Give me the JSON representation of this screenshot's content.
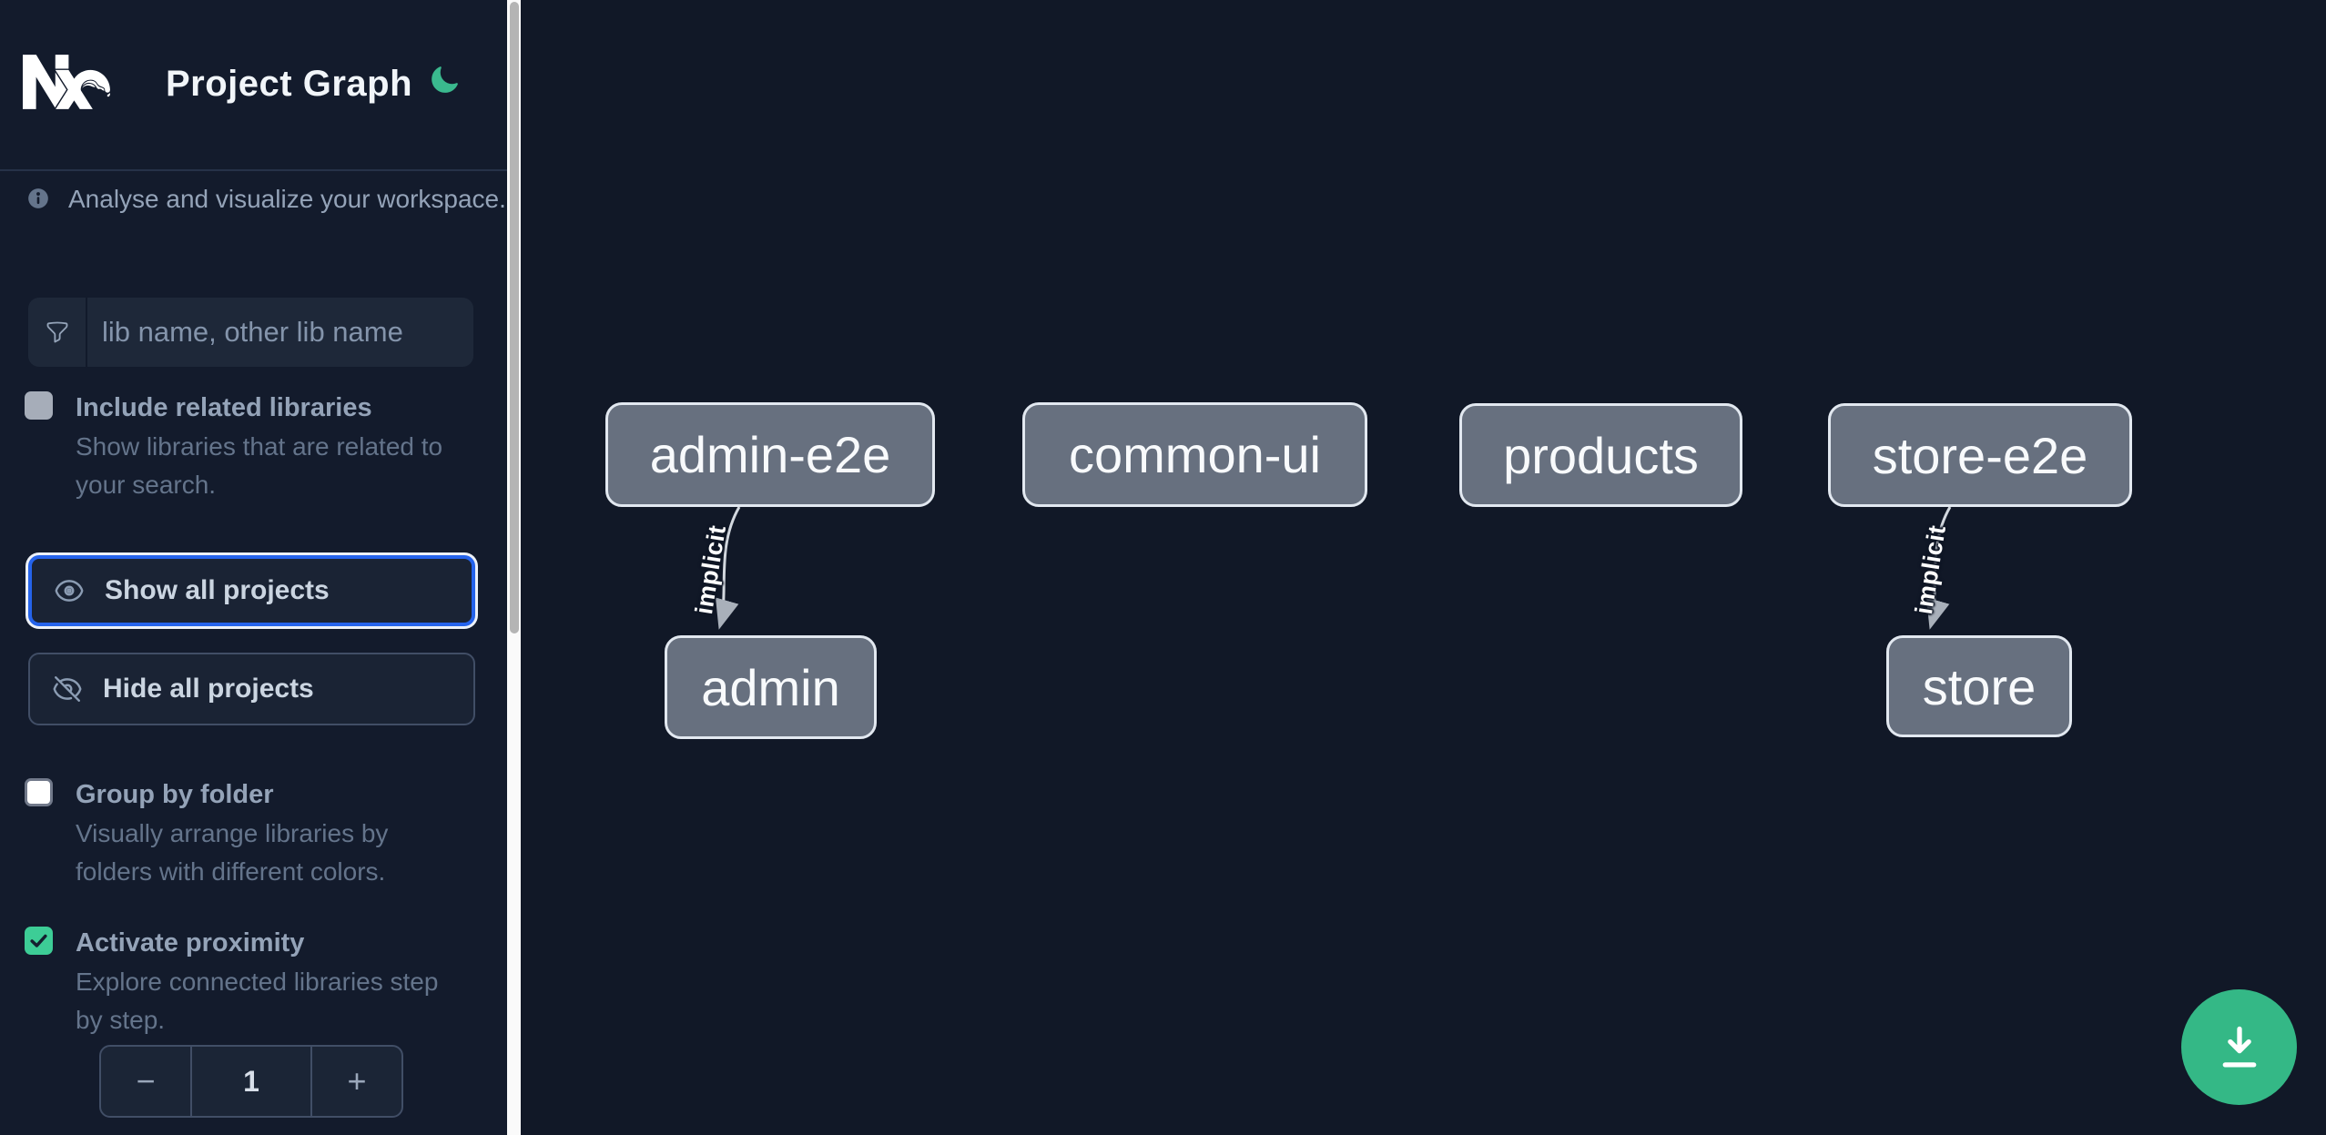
{
  "app": {
    "title": "Project Graph"
  },
  "intro": {
    "text": "Analyse and visualize your workspace."
  },
  "search": {
    "placeholder": "lib name, other lib name",
    "value": ""
  },
  "options": [
    {
      "label": "Include related libraries",
      "description": "Show libraries that are related to your search.",
      "checked": false,
      "disabled": true
    },
    {
      "label": "Group by folder",
      "description": "Visually arrange libraries by folders with different colors.",
      "checked": false,
      "disabled": false
    },
    {
      "label": "Activate proximity",
      "description": "Explore connected libraries step by step.",
      "checked": true,
      "disabled": false
    }
  ],
  "actions": [
    {
      "label": "Show all projects",
      "icon": "eye-icon",
      "focused": true
    },
    {
      "label": "Hide all projects",
      "icon": "eye-slash-icon",
      "focused": false
    }
  ],
  "stepper": {
    "decrement_label": "−",
    "value": "1",
    "increment_label": "+"
  },
  "graph": {
    "nodes": [
      {
        "id": "admin-e2e",
        "label": "admin-e2e"
      },
      {
        "id": "common-ui",
        "label": "common-ui"
      },
      {
        "id": "products",
        "label": "products"
      },
      {
        "id": "store-e2e",
        "label": "store-e2e"
      },
      {
        "id": "admin",
        "label": "admin"
      },
      {
        "id": "store",
        "label": "store"
      }
    ],
    "edges": [
      {
        "from": "admin-e2e",
        "to": "admin",
        "label": "implicit"
      },
      {
        "from": "store-e2e",
        "to": "store",
        "label": "implicit"
      }
    ]
  },
  "fab": {
    "icon": "download-icon"
  },
  "colors": {
    "sidebar_bg": "#131b2c",
    "canvas_bg": "#111827",
    "focus_blue": "#2563eb",
    "moon_green": "#3ab98e",
    "checkbox_green": "#3dcd96",
    "fab_green": "#34b886",
    "node_fill": "#67707f",
    "node_border": "#e2e8f0"
  }
}
